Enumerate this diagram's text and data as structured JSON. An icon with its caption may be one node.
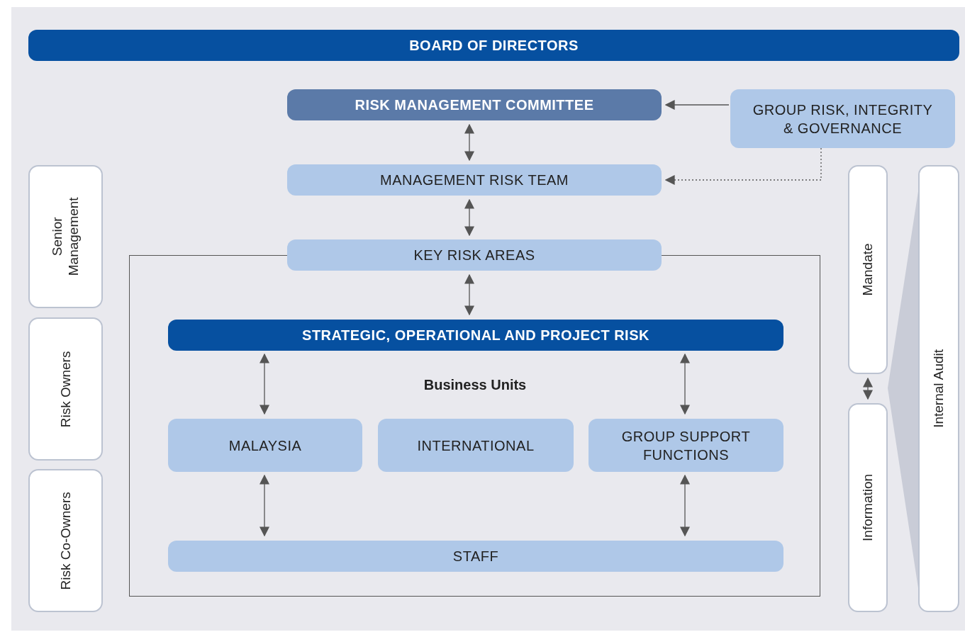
{
  "diagram": {
    "nodes": [
      {
        "text": [
          "BOARD OF DIRECTORS"
        ]
      },
      {
        "text": [
          "RISK MANAGEMENT COMMITTEE"
        ]
      },
      {
        "text": [
          "GROUP RISK, INTEGRITY & GOVERNANCE"
        ]
      },
      {
        "text": [
          "MANAGEMENT RISK TEAM"
        ]
      },
      {
        "text": [
          "Senior Management"
        ]
      },
      {
        "text": [
          "Risk Owners"
        ]
      },
      {
        "text": [
          "Risk Co-Owners"
        ]
      },
      {
        "text": [],
        "shape": "box"
      },
      {
        "text": [
          "KEY RISK AREAS"
        ]
      },
      {
        "text": [
          "STRATEGIC, OPERATIONAL AND PROJECT RISK"
        ],
        "in": 7
      },
      {
        "text": [
          "MALAYSIA"
        ],
        "in": 7
      },
      {
        "text": [
          "INTERNATIONAL"
        ],
        "in": 7
      },
      {
        "text": [
          "GROUP SUPPORT FUNCTIONS"
        ],
        "in": 7
      },
      {
        "text": [
          "STAFF"
        ],
        "in": 7
      },
      {
        "text": [
          "Mandate"
        ]
      },
      {
        "text": [
          "Information"
        ]
      },
      {
        "text": [
          "Internal Audit"
        ]
      },
      {
        "text": [],
        "shape": "triangle"
      }
    ],
    "edges": [
      {
        "from": 2,
        "to": 1,
        "arrow": "to"
      },
      {
        "from": 2,
        "to": 3,
        "arrow": "to",
        "style": "dashed"
      },
      {
        "from": 1,
        "to": 3,
        "arrow": "both"
      },
      {
        "from": 3,
        "to": 8,
        "arrow": "both"
      },
      {
        "from": 8,
        "to": 9,
        "arrow": "both"
      },
      {
        "from": 9,
        "to": 10,
        "arrow": "both"
      },
      {
        "from": 9,
        "to": 12,
        "arrow": "both"
      },
      {
        "from": 10,
        "to": 13,
        "arrow": "both"
      },
      {
        "from": 12,
        "to": 13,
        "arrow": "both"
      },
      {
        "from": 14,
        "to": 15,
        "arrow": "both"
      }
    ],
    "labels": [
      "Business Units"
    ]
  }
}
